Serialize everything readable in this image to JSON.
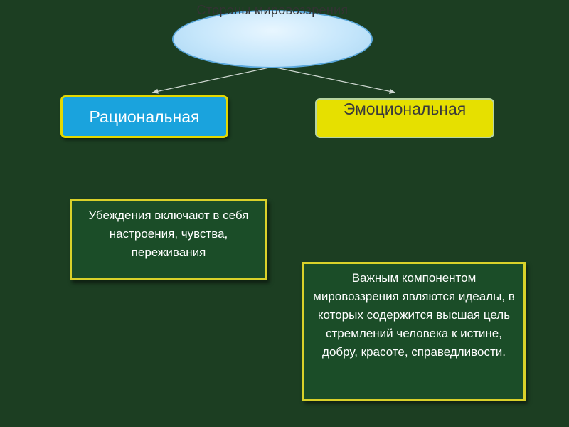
{
  "slide": {
    "background_color": "#1c3e22"
  },
  "diagram": {
    "root": {
      "label": "Стороны мировоззрения"
    },
    "branches": [
      {
        "label": "Рациональная",
        "fill": "#1aa3dd",
        "border": "#e4d800"
      },
      {
        "label": "Эмоциональная",
        "fill": "#e6e000",
        "border": "#b7d4a0"
      }
    ],
    "notes": [
      {
        "text": "Убеждения включают в себя настроения, чувства, переживания"
      },
      {
        "text": "Важным компонентом мировоззрения являются идеалы, в которых содержится высшая цель стремлений человека к истине, добру, красоте, справедливости."
      }
    ],
    "colors": {
      "arrow": "#cfd8d2",
      "note_border": "#d9d12a"
    }
  }
}
